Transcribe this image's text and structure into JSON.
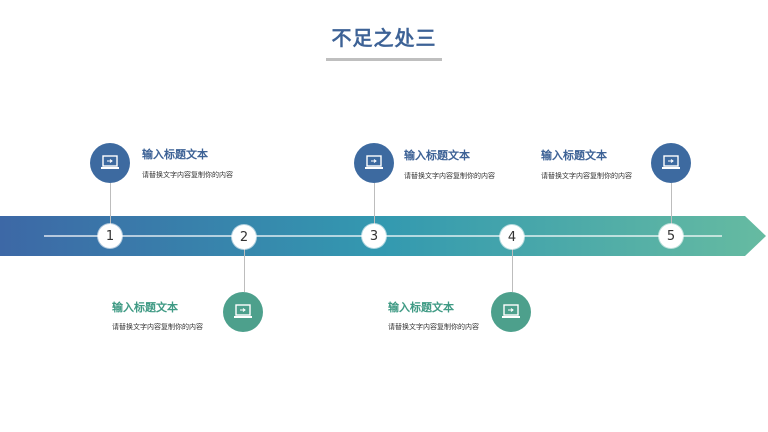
{
  "title": "不足之处三",
  "colors": {
    "band_start": "#3d68a6",
    "band_mid": "#3399b0",
    "band_end": "#66bba1",
    "blue": "#3d6aa0",
    "green": "#4da08c"
  },
  "items": [
    {
      "number": "1",
      "title": "输入标题文本",
      "desc": "请替换文字内容复制你的内容",
      "icon": "laptop-icon"
    },
    {
      "number": "2",
      "title": "输入标题文本",
      "desc": "请替换文字内容复制你的内容",
      "icon": "laptop-icon"
    },
    {
      "number": "3",
      "title": "输入标题文本",
      "desc": "请替换文字内容复制你的内容",
      "icon": "laptop-icon"
    },
    {
      "number": "4",
      "title": "输入标题文本",
      "desc": "请替换文字内容复制你的内容",
      "icon": "laptop-icon"
    },
    {
      "number": "5",
      "title": "输入标题文本",
      "desc": "请替换文字内容复制你的内容",
      "icon": "laptop-icon"
    }
  ]
}
